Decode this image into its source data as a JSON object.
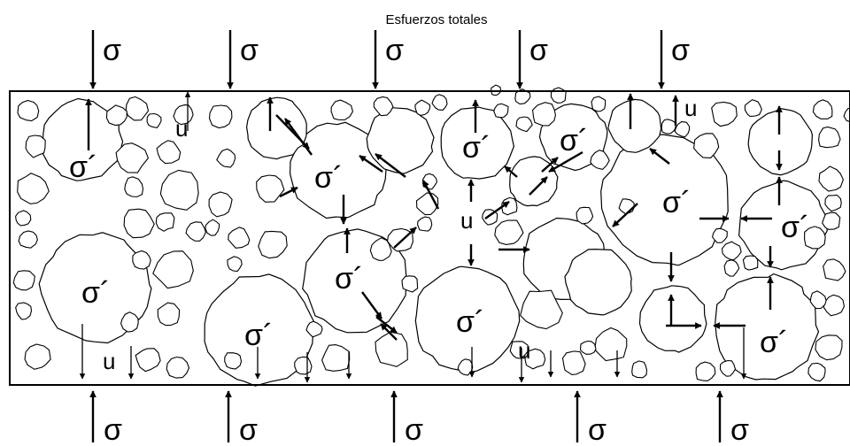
{
  "title": "Esfuerzos totales",
  "labels": {
    "total_stress": "σ",
    "effective_stress": "σ´",
    "pore_pressure": "u"
  },
  "colors": {
    "ink": "#000000",
    "background": "#ffffff"
  }
}
